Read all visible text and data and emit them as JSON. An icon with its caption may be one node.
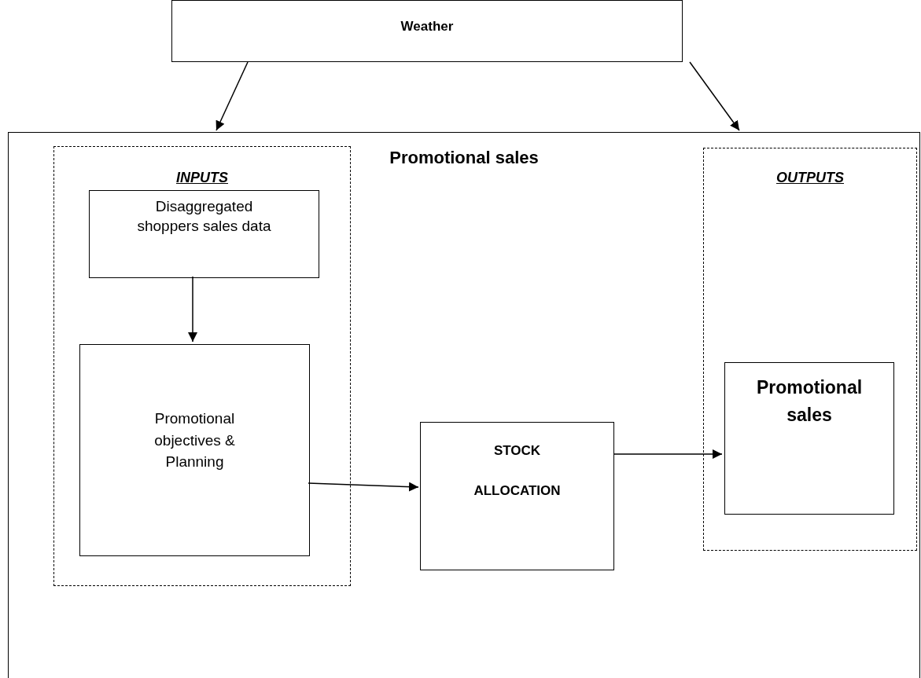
{
  "diagram": {
    "nodes": [
      {
        "text": [
          "Weather"
        ]
      },
      {
        "text": [
          "Promotional sales"
        ]
      },
      {
        "text": [
          "INPUTS"
        ],
        "in": 1
      },
      {
        "text": [
          "Disaggregated shoppers sales data"
        ],
        "in": 2
      },
      {
        "text": [
          "Promotional objectives & Planning"
        ],
        "in": 2
      },
      {
        "text": [
          "STOCK ALLOCATION"
        ],
        "in": 1
      },
      {
        "text": [
          "OUTPUTS"
        ],
        "in": 1
      },
      {
        "text": [
          "Promotional sales"
        ],
        "in": 6
      }
    ],
    "edges": [
      {
        "from": 0,
        "to": 1,
        "arrow": "to"
      },
      {
        "from": 0,
        "to": 1,
        "arrow": "to"
      },
      {
        "from": 3,
        "to": 4,
        "arrow": "to"
      },
      {
        "from": 4,
        "to": 5,
        "arrow": "to"
      },
      {
        "from": 5,
        "to": 7,
        "arrow": "to"
      }
    ]
  }
}
